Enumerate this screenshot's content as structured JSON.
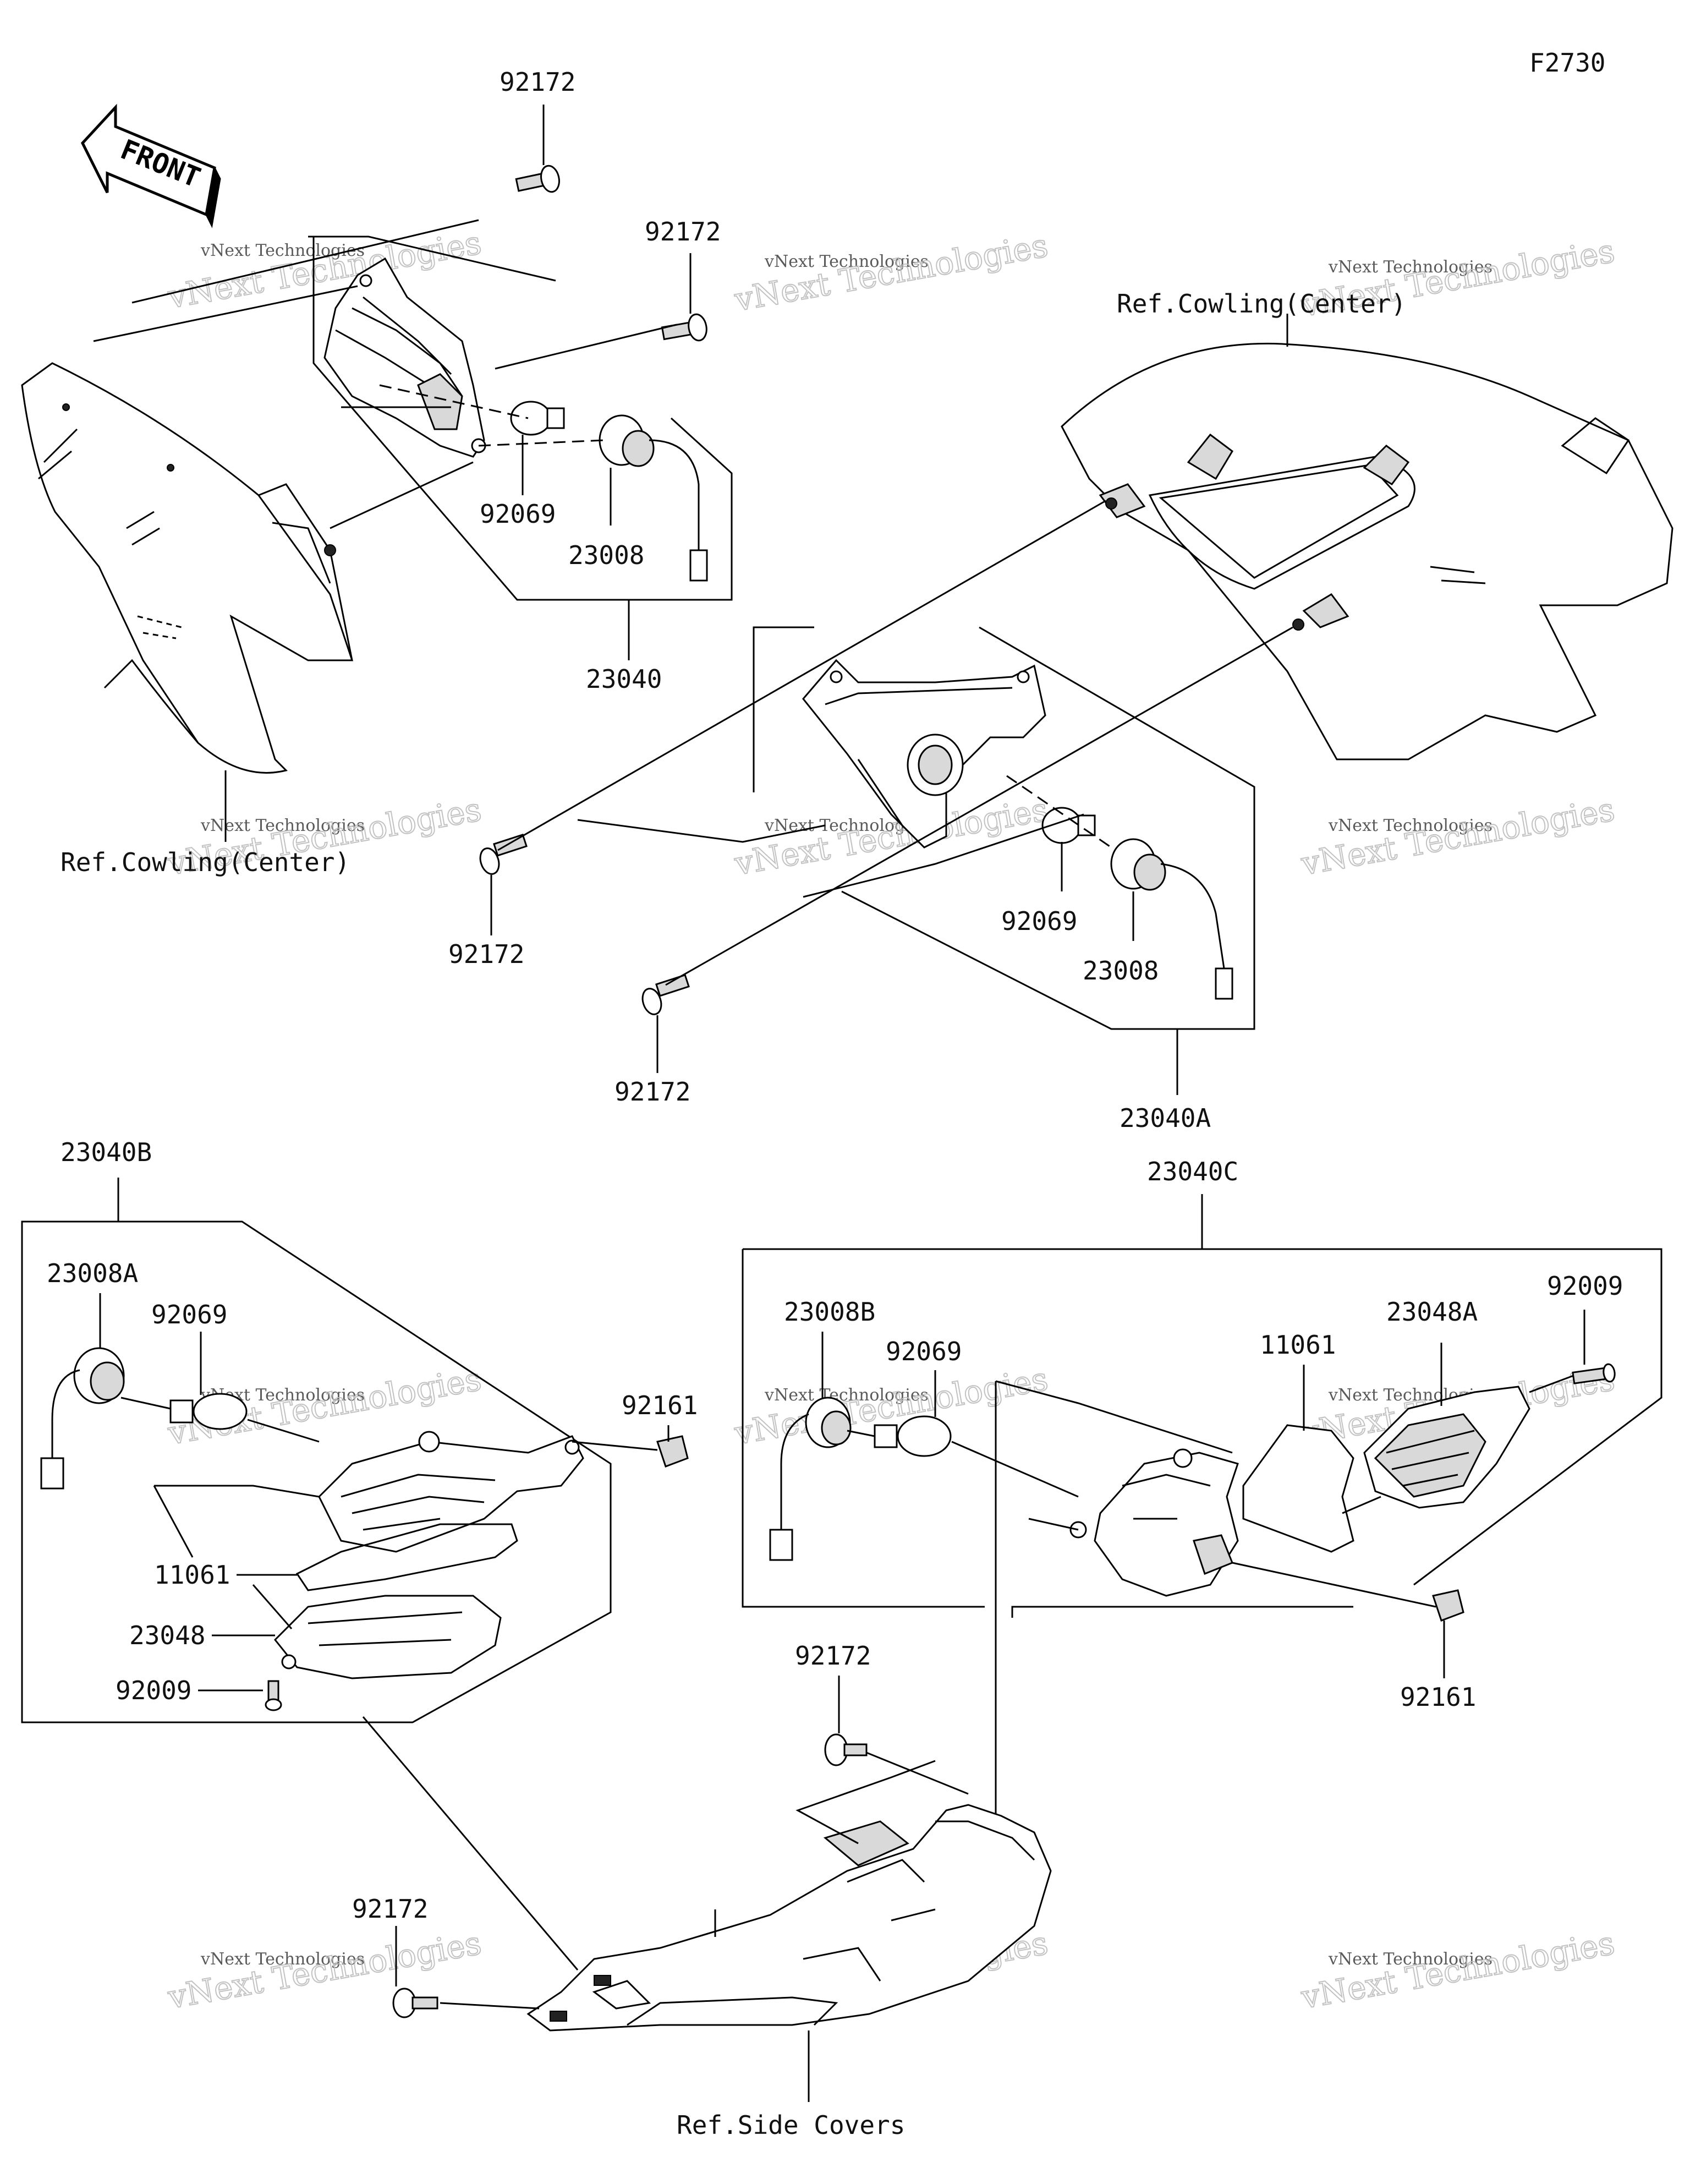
{
  "diagram_code": "F2730",
  "front_arrow_text": "FRONT",
  "watermark": {
    "line1": "vNext Technologies",
    "line2": "vNext Technologies"
  },
  "callouts": {
    "top_screw_a": "92172",
    "top_screw_b": "92172",
    "bulb_a": "92069",
    "socket_a": "23008",
    "assy_a": "23040",
    "ref_cowling_left": "Ref.Cowling(Center)",
    "ref_cowling_right": "Ref.Cowling(Center)",
    "mid_screw_a": "92172",
    "mid_screw_b": "92172",
    "bulb_b": "92069",
    "socket_b": "23008",
    "assy_b": "23040A",
    "assy_c": "23040B",
    "socket_c": "23008A",
    "bulb_c": "92069",
    "nut_c": "92161",
    "gasket_c": "11061",
    "lens_c": "23048",
    "screw_c": "92009",
    "assy_d": "23040C",
    "socket_d": "23008B",
    "bulb_d": "92069",
    "gasket_d": "11061",
    "lens_d": "23048A",
    "screw_d": "92009",
    "nut_d": "92161",
    "side_screw_a": "92172",
    "side_screw_b": "92172",
    "ref_side_covers": "Ref.Side Covers"
  }
}
